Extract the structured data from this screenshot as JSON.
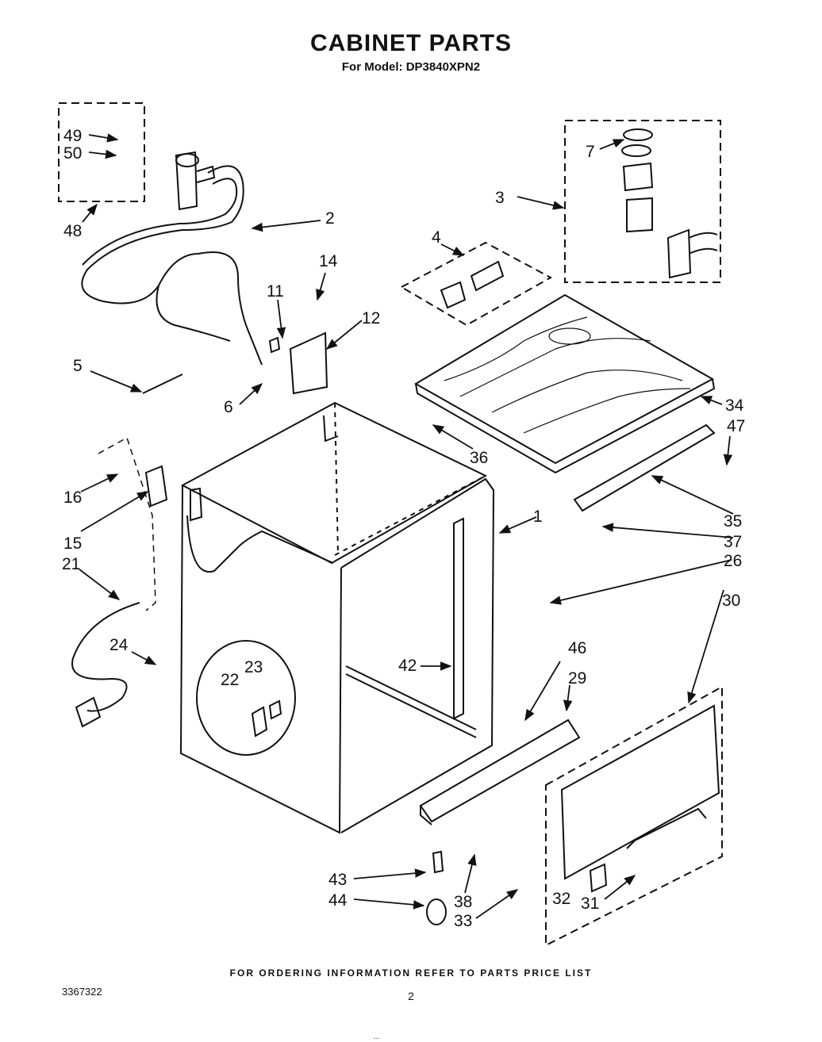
{
  "header": {
    "title": "CABINET PARTS",
    "subtitle": "For Model: DP3840XPN2"
  },
  "footer": {
    "ordering_note": "FOR ORDERING INFORMATION REFER TO PARTS PRICE LIST",
    "document_number": "3367322",
    "page_number": "2",
    "bottom_fragment": "..."
  },
  "callouts": {
    "c1": "1",
    "c2": "2",
    "c3": "3",
    "c4": "4",
    "c5": "5",
    "c6": "6",
    "c7": "7",
    "c11": "11",
    "c12": "12",
    "c14": "14",
    "c15": "15",
    "c16": "16",
    "c21": "21",
    "c22": "22",
    "c23": "23",
    "c24": "24",
    "c26": "26",
    "c29": "29",
    "c30": "30",
    "c31": "31",
    "c32": "32",
    "c33": "33",
    "c34": "34",
    "c35": "35",
    "c36": "36",
    "c37": "37",
    "c38": "38",
    "c42": "42",
    "c43": "43",
    "c44": "44",
    "c46": "46",
    "c47": "47",
    "c48": "48",
    "c49": "49",
    "c50": "50"
  }
}
